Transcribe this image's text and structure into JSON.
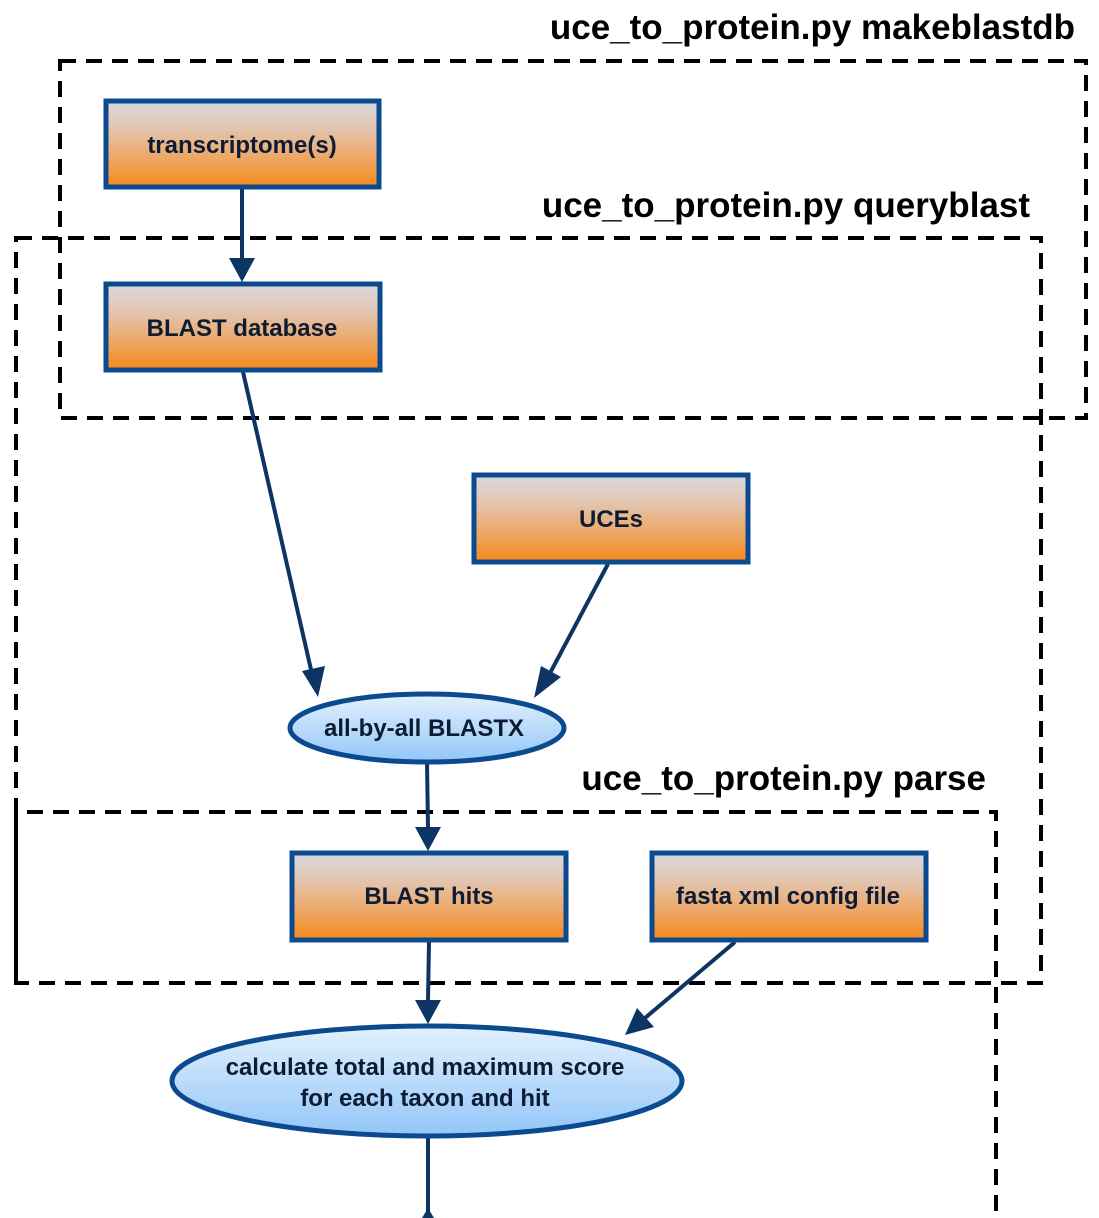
{
  "groups": {
    "makeblastdb": {
      "label": "uce_to_protein.py makeblastdb"
    },
    "queryblast": {
      "label": "uce_to_protein.py queryblast"
    },
    "parse": {
      "label": "uce_to_protein.py parse"
    }
  },
  "nodes": {
    "transcriptomes": {
      "label": "transcriptome(s)"
    },
    "blast_database": {
      "label": "BLAST database"
    },
    "uces": {
      "label": "UCEs"
    },
    "blastx": {
      "label": "all-by-all BLASTX"
    },
    "blast_hits": {
      "label": "BLAST hits"
    },
    "config_file": {
      "label": "fasta xml config file"
    },
    "calculate": {
      "line1": "calculate total and maximum score",
      "line2": "for each taxon and hit"
    }
  },
  "colors": {
    "node_border": "#0b4a8f",
    "rect_fill_top": "#d9d9de",
    "rect_fill_bottom": "#f7891c",
    "ellipse_fill_top": "#e3f1fd",
    "ellipse_fill_bottom": "#92c6f8",
    "edge": "#0d3563"
  }
}
